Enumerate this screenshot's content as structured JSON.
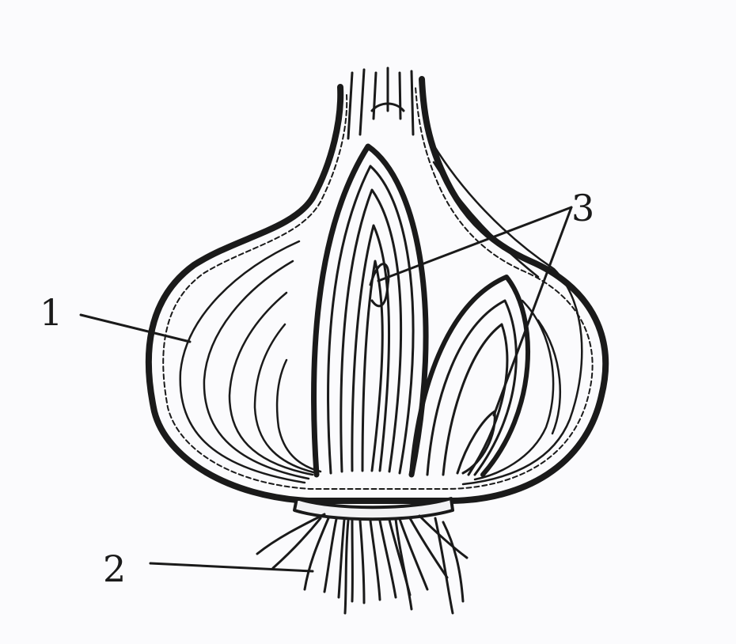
{
  "labels": {
    "one": "1",
    "two": "2",
    "three": "3"
  },
  "colors": {
    "ink": "#1a1a1a",
    "paper": "#fbfbfd"
  }
}
